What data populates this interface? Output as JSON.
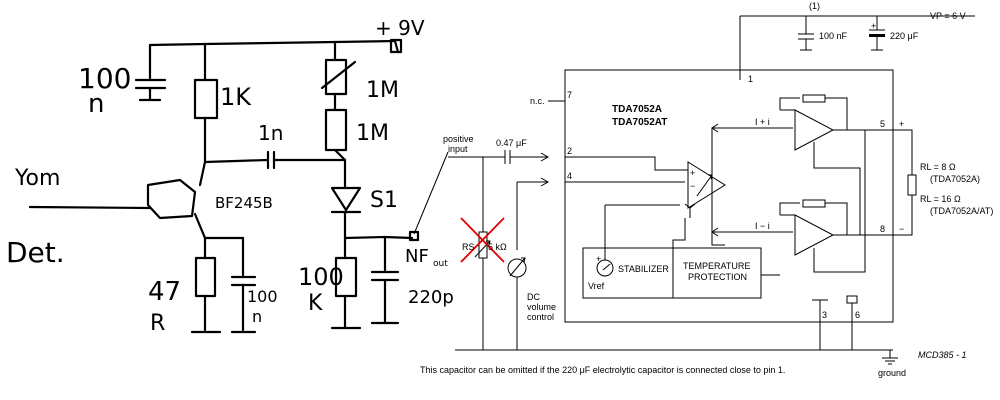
{
  "handwritten": {
    "cap_100n_top": "100",
    "cap_100n_top_unit": "n",
    "res_1k": "1K",
    "coupling_cap": "1n",
    "supply": "+ 9V",
    "res_1m_pot": "1M",
    "res_1m": "1M",
    "transistor": "BF245B",
    "diode_s1": "S1",
    "input_label": "Yom",
    "det_label": "Det.",
    "res_47": "47",
    "res_47_unit": "R",
    "cap_100n_bottom": "100",
    "cap_100n_bottom_unit": "n",
    "res_100k": "100",
    "res_100k_unit": "K",
    "nf_out": "NF",
    "nf_out_sub": "out",
    "cap_220p": "220p"
  },
  "datasheet": {
    "note_marker": "(1)",
    "supply_label": "VP = 6 V",
    "cap_100nf": "100 nF",
    "cap_220uf": "220 μF",
    "pin1": "1",
    "nc_label": "n.c.",
    "pin7": "7",
    "chip_name_1": "TDA7052A",
    "chip_name_2": "TDA7052AT",
    "positive_input_1": "positive",
    "positive_input_2": "input",
    "cap_047": "0.47 μF",
    "pin2": "2",
    "pin4": "4",
    "current_top": "I + i",
    "current_bottom": "I − i",
    "pin5": "5",
    "pin5_sign": "+",
    "pin8": "8",
    "pin8_sign": "−",
    "rl_8": "RL = 8 Ω",
    "rl_8_model": "(TDA7052A)",
    "rl_16": "RL = 16 Ω",
    "rl_16_model": "(TDA7052A/AT)",
    "rs_label": "RS",
    "rs_value": "5 kΩ",
    "vref": "Vref",
    "stabilizer": "STABILIZER",
    "temp_1": "TEMPERATURE",
    "temp_2": "PROTECTION",
    "dc_1": "DC",
    "dc_2": "volume",
    "dc_3": "control",
    "pin3": "3",
    "pin6": "6",
    "ground": "ground",
    "mcd": "MCD385 - 1",
    "opamp_plus": "+",
    "opamp_minus": "−",
    "stab_plus": "+"
  },
  "caption": "This capacitor can be omitted if the 220 μF electrolytic capacitor is connected close to pin 1."
}
